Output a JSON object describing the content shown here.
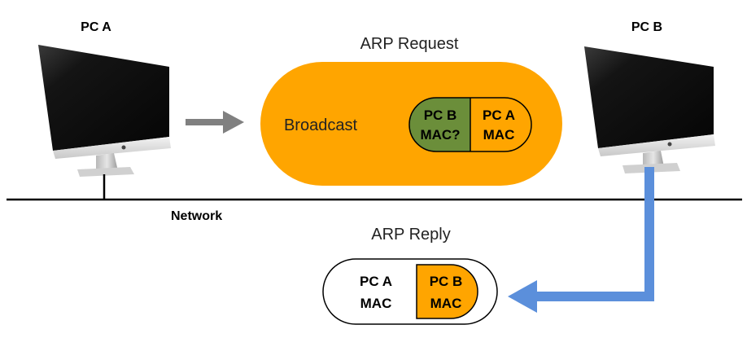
{
  "pc_a": {
    "label": "PC A"
  },
  "pc_b": {
    "label": "PC B"
  },
  "network": {
    "label": "Network"
  },
  "arp_request": {
    "title": "ARP Request",
    "broadcast_label": "Broadcast",
    "field_1": {
      "line1": "PC B",
      "line2": "MAC?"
    },
    "field_2": {
      "line1": "PC A",
      "line2": "MAC"
    }
  },
  "arp_reply": {
    "title": "ARP Reply",
    "field_1": {
      "line1": "PC A",
      "line2": "MAC"
    },
    "field_2": {
      "line1": "PC B",
      "line2": "MAC"
    }
  },
  "colors": {
    "request_fill": "#FFA500",
    "question_field_fill": "#6B8E3A",
    "answer_field_fill": "#FFA500",
    "reply_arrow": "#5B8FDB",
    "request_arrow": "#808080",
    "line": "#000000"
  }
}
